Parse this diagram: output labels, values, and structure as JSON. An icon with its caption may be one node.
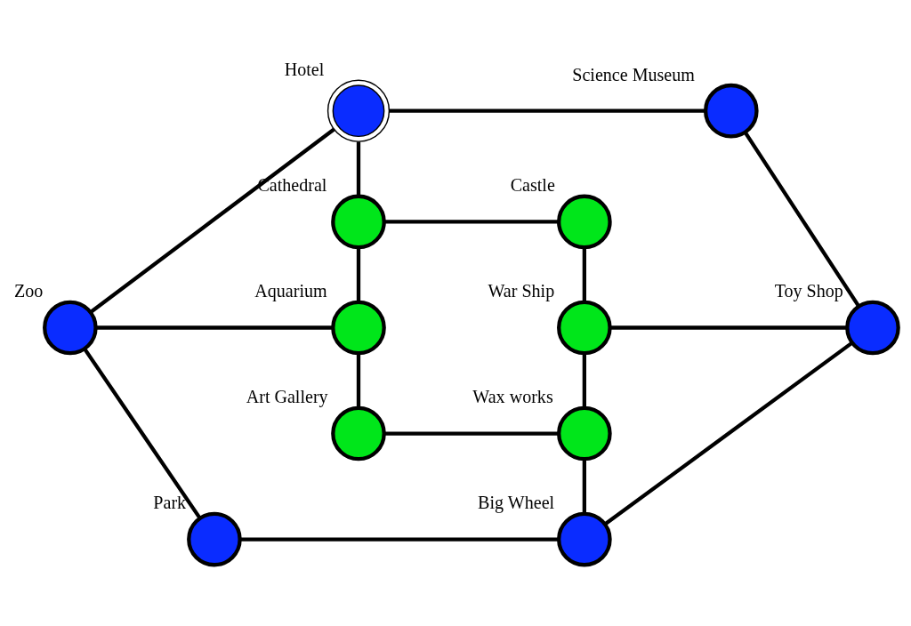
{
  "diagram": {
    "nodes": [
      {
        "text": [
          "Hotel"
        ]
      },
      {
        "text": [
          "Science Museum"
        ]
      },
      {
        "text": [
          "Cathedral"
        ]
      },
      {
        "text": [
          "Castle"
        ]
      },
      {
        "text": [
          "Zoo"
        ]
      },
      {
        "text": [
          "Aquarium"
        ]
      },
      {
        "text": [
          "War Ship"
        ]
      },
      {
        "text": [
          "Toy Shop"
        ]
      },
      {
        "text": [
          "Art Gallery"
        ]
      },
      {
        "text": [
          "Wax works"
        ]
      },
      {
        "text": [
          "Park"
        ]
      },
      {
        "text": [
          "Big Wheel"
        ]
      }
    ],
    "edges": [
      {
        "from": 0,
        "to": 1,
        "arrow": "none"
      },
      {
        "from": 0,
        "to": 2,
        "arrow": "none"
      },
      {
        "from": 0,
        "to": 4,
        "arrow": "none"
      },
      {
        "from": 1,
        "to": 7,
        "arrow": "none"
      },
      {
        "from": 2,
        "to": 3,
        "arrow": "none"
      },
      {
        "from": 2,
        "to": 5,
        "arrow": "none"
      },
      {
        "from": 3,
        "to": 6,
        "arrow": "none"
      },
      {
        "from": 4,
        "to": 5,
        "arrow": "none"
      },
      {
        "from": 6,
        "to": 7,
        "arrow": "none"
      },
      {
        "from": 5,
        "to": 8,
        "arrow": "none"
      },
      {
        "from": 6,
        "to": 9,
        "arrow": "none"
      },
      {
        "from": 4,
        "to": 10,
        "arrow": "none"
      },
      {
        "from": 7,
        "to": 11,
        "arrow": "none"
      },
      {
        "from": 8,
        "to": 9,
        "arrow": "none"
      },
      {
        "from": 9,
        "to": 11,
        "arrow": "none"
      },
      {
        "from": 10,
        "to": 11,
        "arrow": "none"
      }
    ]
  }
}
